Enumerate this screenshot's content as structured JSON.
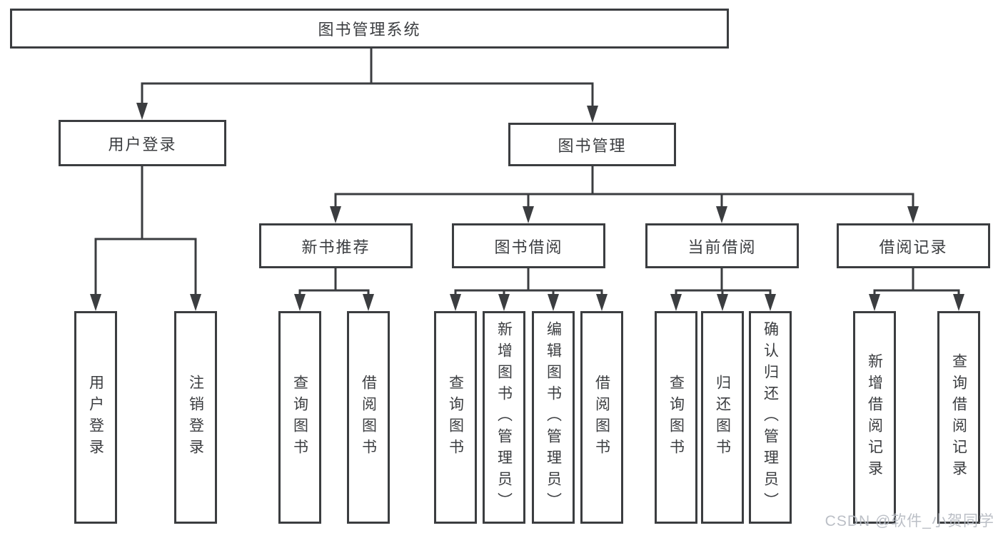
{
  "diagram": {
    "root": {
      "label": "图书管理系统"
    },
    "level2": {
      "user_login": {
        "label": "用户登录"
      },
      "book_mgmt": {
        "label": "图书管理"
      }
    },
    "level3": {
      "new_books": {
        "label": "新书推荐"
      },
      "book_borrow": {
        "label": "图书借阅"
      },
      "current_borrow": {
        "label": "当前借阅"
      },
      "borrow_records": {
        "label": "借阅记录"
      }
    },
    "leaves": {
      "user_login": "用户登录",
      "logout_login": "注销登录",
      "new_query_books": "查询图书",
      "new_borrow_books": "借阅图书",
      "borrow_query_books": "查询图书",
      "borrow_add_books": "新增图书（管理员）",
      "borrow_edit_books": "编辑图书（管理员）",
      "borrow_borrow_books": "借阅图书",
      "current_query_books": "查询图书",
      "current_return_books": "归还图书",
      "current_confirm_return": "确认归还（管理员）",
      "records_add_record": "新增借阅记录",
      "records_query_record": "查询借阅记录"
    }
  },
  "colors": {
    "line": "#3b3d40",
    "box_border": "#3b3d40",
    "text": "#3b3d40",
    "watermark": "#b6bac2"
  },
  "watermark": {
    "text": "CSDN @软件_小贺同学"
  }
}
